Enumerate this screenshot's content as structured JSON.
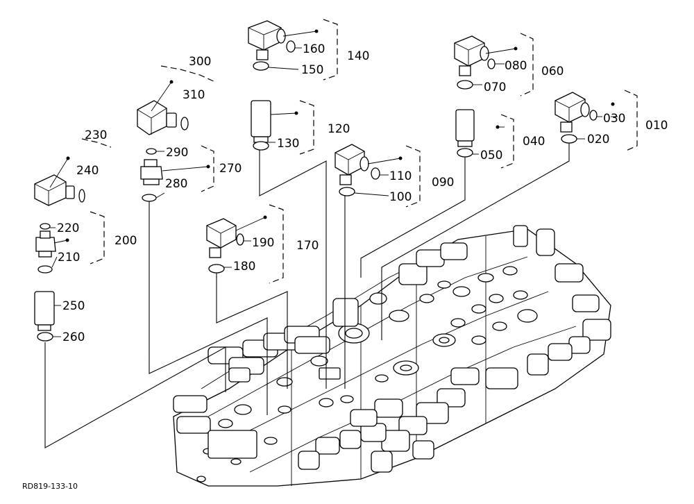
{
  "diagram": {
    "drawing_code": "RD819-133-10",
    "labels": [
      {
        "id": "010",
        "text": "010"
      },
      {
        "id": "020",
        "text": "020"
      },
      {
        "id": "030",
        "text": "030"
      },
      {
        "id": "040",
        "text": "040"
      },
      {
        "id": "050",
        "text": "050"
      },
      {
        "id": "060",
        "text": "060"
      },
      {
        "id": "070",
        "text": "070"
      },
      {
        "id": "080",
        "text": "080"
      },
      {
        "id": "090",
        "text": "090"
      },
      {
        "id": "100",
        "text": "100"
      },
      {
        "id": "110",
        "text": "110"
      },
      {
        "id": "120",
        "text": "120"
      },
      {
        "id": "130",
        "text": "130"
      },
      {
        "id": "140",
        "text": "140"
      },
      {
        "id": "150",
        "text": "150"
      },
      {
        "id": "160",
        "text": "160"
      },
      {
        "id": "170",
        "text": "170"
      },
      {
        "id": "180",
        "text": "180"
      },
      {
        "id": "190",
        "text": "190"
      },
      {
        "id": "200",
        "text": "200"
      },
      {
        "id": "210",
        "text": "210"
      },
      {
        "id": "220",
        "text": "220"
      },
      {
        "id": "230",
        "text": "230"
      },
      {
        "id": "240",
        "text": "240"
      },
      {
        "id": "250",
        "text": "250"
      },
      {
        "id": "260",
        "text": "260"
      },
      {
        "id": "270",
        "text": "270"
      },
      {
        "id": "280",
        "text": "280"
      },
      {
        "id": "290",
        "text": "290"
      },
      {
        "id": "300",
        "text": "300"
      },
      {
        "id": "310",
        "text": "310"
      }
    ]
  }
}
